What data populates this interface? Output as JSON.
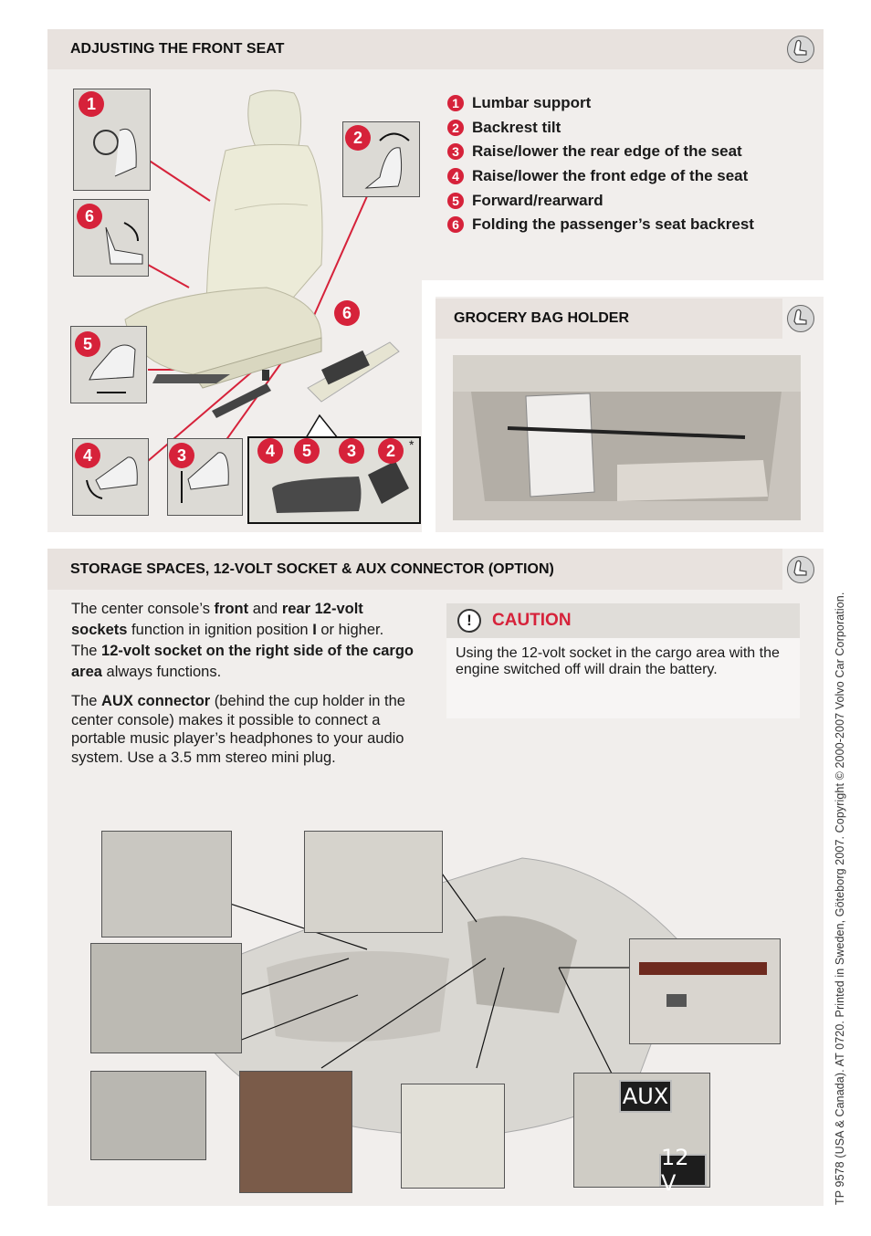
{
  "section1": {
    "title": "ADJUSTING THE FRONT SEAT",
    "legend": [
      {
        "num": "1",
        "label": "Lumbar support"
      },
      {
        "num": "2",
        "label": "Backrest tilt"
      },
      {
        "num": "3",
        "label": "Raise/lower the rear edge of the seat"
      },
      {
        "num": "4",
        "label": "Raise/lower the front edge of the seat"
      },
      {
        "num": "5",
        "label": "Forward/rearward"
      },
      {
        "num": "6",
        "label": "Folding the passenger’s seat backrest"
      }
    ],
    "callouts": {
      "b1": "1",
      "b2": "2",
      "b6a": "6",
      "b6b": "6",
      "b5": "5",
      "b4": "4",
      "b3": "3",
      "c4": "4",
      "c5": "5",
      "c3": "3",
      "c2": "2",
      "asterisk": "*"
    }
  },
  "section2": {
    "title": "GROCERY BAG HOLDER"
  },
  "section3": {
    "title": "STORAGE SPACES, 12-VOLT SOCKET & AUX CONNECTOR (OPTION)",
    "para1": {
      "t1": "The center console’s ",
      "b1": "front",
      "t2": " and ",
      "b2": "rear 12-volt sockets",
      "t3": " function in ignition position ",
      "b3": "I",
      "t4": " or higher."
    },
    "para2": {
      "t1": "The ",
      "b1": "12-volt socket on the right side of the cargo area",
      "t2": " always functions."
    },
    "para3": {
      "t1": "The ",
      "b1": "AUX connector",
      "t2": " (behind the cup holder in the center console) makes it possible to connect a portable music player’s headphones to your audio system. Use a 3.5 mm stereo mini plug."
    },
    "caution": {
      "icon": "!",
      "title": "CAUTION",
      "text": "Using the 12-volt socket in the cargo area with the engine switched off will drain the battery."
    },
    "labels": {
      "aux": "AUX",
      "v12": "12 V"
    }
  },
  "footer": {
    "side_text": "TP 9578  (USA & Canada). AT 0720. Printed in Sweden, Göteborg 2007. Copyright © 2000-2007 Volvo Car Corporation."
  },
  "icons": [
    "seat-icon",
    "caution-icon"
  ],
  "colors": {
    "accent_red": "#d6223a",
    "panel": "#f1eeec",
    "header": "#e8e2de"
  }
}
